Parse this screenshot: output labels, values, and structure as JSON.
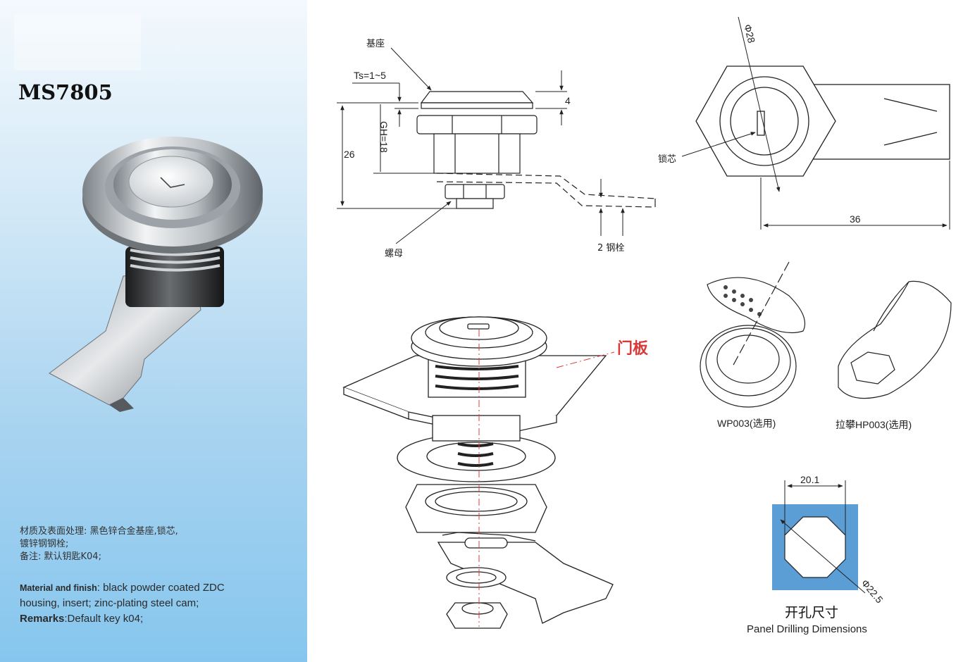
{
  "product": {
    "model": "MS7805",
    "spec_cn": {
      "line1": "材质及表面处理: 黑色锌合金基座,锁芯,",
      "line2": "镀锌钢钢栓;",
      "line3": "备注: 默认钥匙K04;"
    },
    "spec_en": {
      "material_label": "Material and finish",
      "material_value": ": black powder coated ZDC",
      "material_value2": "housing, insert; zinc-plating steel cam;",
      "remarks_label": "Remarks",
      "remarks_value": ":Default key k04;"
    }
  },
  "side_view": {
    "base_label": "基座",
    "ts_label": "Ts=1~5",
    "dim_top": "4",
    "gh_label": "GH=18",
    "dim_height": "26",
    "nut_label": "螺母",
    "cam_label": "2 钢栓"
  },
  "front_view": {
    "diameter": "Φ28",
    "core_label": "锁芯",
    "width": "36"
  },
  "exploded_view": {
    "door_panel_label": "门板"
  },
  "accessories": {
    "wp_label": "WP003(选用)",
    "hp_label": "拉攀HP003(选用)"
  },
  "cutout": {
    "width": "20.1",
    "diameter": "Φ22.5",
    "title_cn": "开孔尺寸",
    "title_en": "Panel Drilling Dimensions"
  },
  "colors": {
    "panel_top": "#f4f9fd",
    "panel_bottom": "#86c6ee",
    "cutout_fill": "#5b9ed6",
    "centerline": "#e23b3b",
    "door_label": "#d83a3a"
  }
}
